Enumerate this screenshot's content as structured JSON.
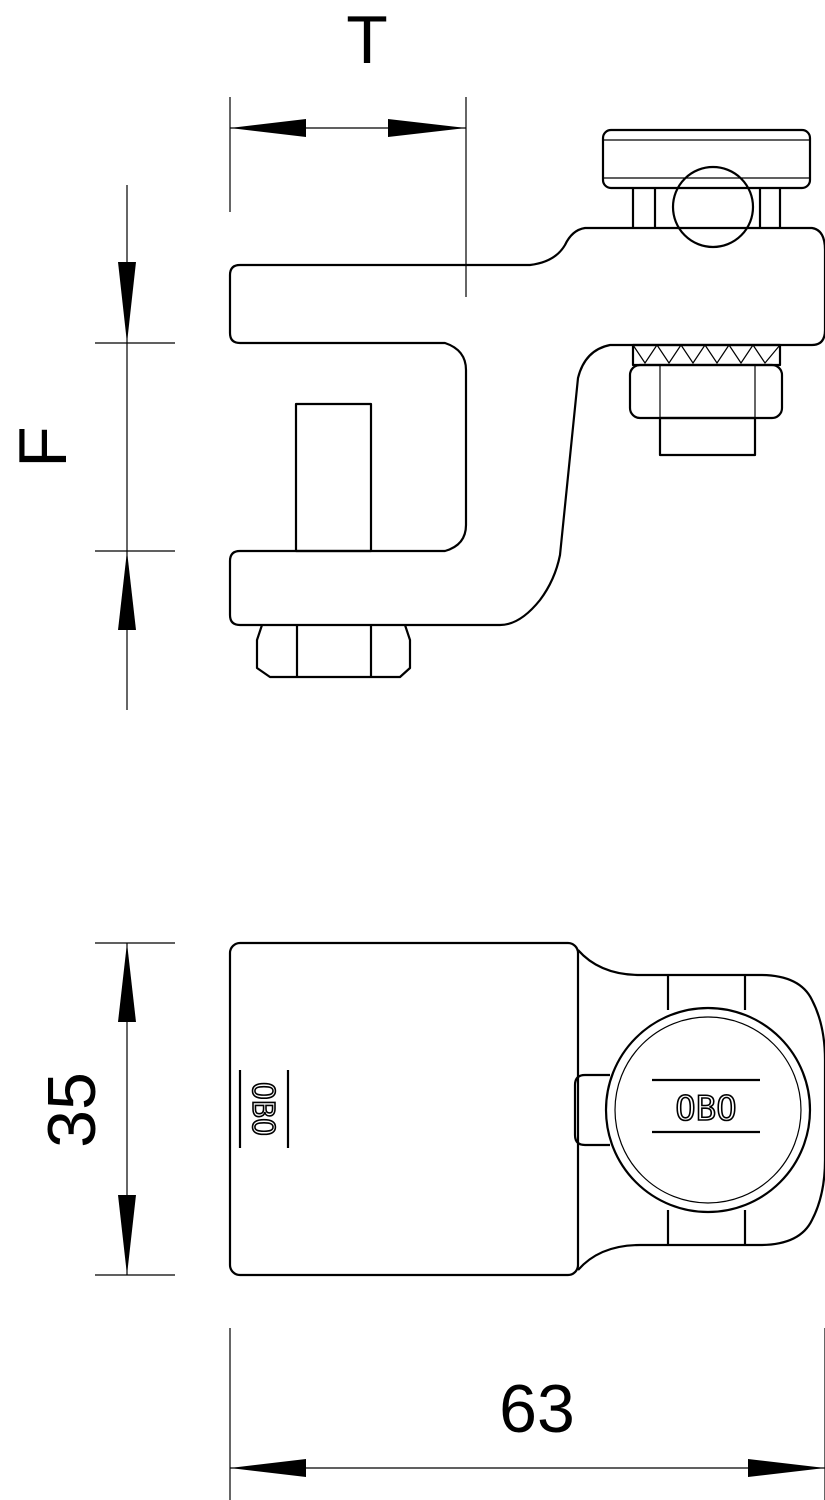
{
  "dimensions": {
    "top_width_label": "T",
    "jaw_opening_label": "F",
    "height_label": "35",
    "length_label": "63"
  },
  "logo": {
    "front": "OBO",
    "side": "OBO"
  }
}
